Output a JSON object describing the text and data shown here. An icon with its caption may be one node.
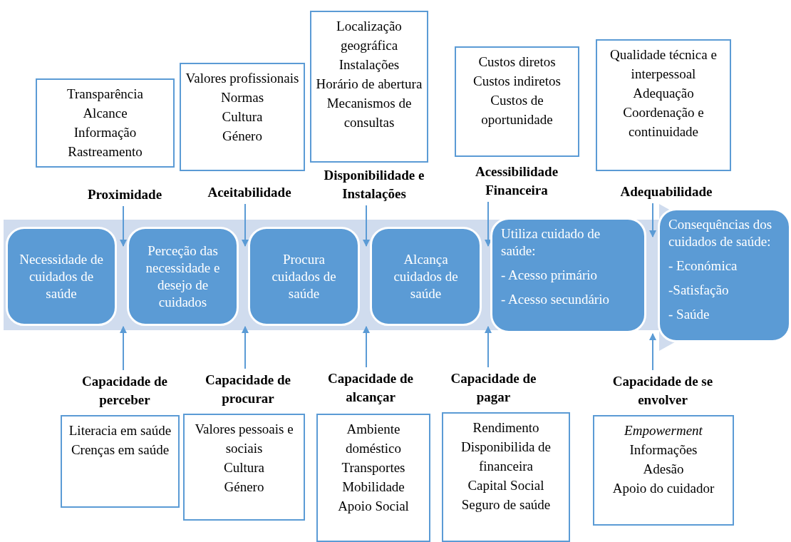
{
  "diagram": {
    "nodes": [
      {
        "text": [
          "Transparência",
          "Alcance",
          "Informação",
          "Rastreamento"
        ]
      },
      {
        "text": [
          "Valores profissionais",
          "Normas",
          "Cultura",
          "Género"
        ]
      },
      {
        "text": [
          "Localização geográfica",
          "Instalações",
          "Horário de abertura",
          "Mecanismos de consultas"
        ]
      },
      {
        "text": [
          "Custos diretos",
          "Custos indiretos",
          "Custos de oportunidade"
        ]
      },
      {
        "text": [
          "Qualidade técnica e interpessoal",
          "Adequação",
          "Coordenação e continuidade"
        ]
      },
      {
        "text": [
          "Proximidade"
        ]
      },
      {
        "text": [
          "Aceitabilidade"
        ]
      },
      {
        "text": [
          "Disponibilidade e Instalações"
        ]
      },
      {
        "text": [
          "Acessibilidade Financeira"
        ]
      },
      {
        "text": [
          "Adequabilidade"
        ]
      },
      {
        "text": [],
        "shape": "arrow"
      },
      {
        "text": [
          "Necessidade de cuidados de saúde"
        ],
        "in": 10
      },
      {
        "text": [
          "Perceção das necessidade e desejo de cuidados"
        ],
        "in": 10
      },
      {
        "text": [
          "Procura cuidados de saúde"
        ],
        "in": 10
      },
      {
        "text": [
          "Alcança cuidados de saúde"
        ],
        "in": 10
      },
      {
        "text": [
          "Utiliza cuidado de saúde:",
          "- Acesso primário",
          "- Acesso secundário"
        ],
        "in": 10
      },
      {
        "text": [
          "Consequências dos cuidados de saúde:",
          "- Económica",
          "-Satisfação",
          "- Saúde"
        ],
        "in": 10
      },
      {
        "text": [
          "Capacidade de perceber"
        ]
      },
      {
        "text": [
          "Capacidade de procurar"
        ]
      },
      {
        "text": [
          "Capacidade de alcançar"
        ]
      },
      {
        "text": [
          "Capacidade de pagar"
        ]
      },
      {
        "text": [
          "Capacidade de se envolver"
        ]
      },
      {
        "text": [
          "Literacia em saúde",
          "Crenças em saúde"
        ]
      },
      {
        "text": [
          "Valores pessoais e sociais",
          "Cultura",
          "Género"
        ]
      },
      {
        "text": [
          "Ambiente doméstico",
          "Transportes",
          "Mobilidade",
          "Apoio Social"
        ]
      },
      {
        "text": [
          "Rendimento",
          "Disponibilida de financeira",
          "Capital Social",
          "Seguro de saúde"
        ]
      },
      {
        "text": [
          "*Empowerment*",
          "Informações",
          "Adesão",
          "Apoio do cuidador"
        ]
      }
    ],
    "edges": [
      {
        "from": 5,
        "to": 11,
        "arrow": "to"
      },
      {
        "from": 6,
        "to": 12,
        "arrow": "to"
      },
      {
        "from": 7,
        "to": 13,
        "arrow": "to"
      },
      {
        "from": 8,
        "to": 14,
        "arrow": "to"
      },
      {
        "from": 9,
        "to": 15,
        "arrow": "to"
      },
      {
        "from": 17,
        "to": 11,
        "arrow": "to"
      },
      {
        "from": 18,
        "to": 12,
        "arrow": "to"
      },
      {
        "from": 19,
        "to": 13,
        "arrow": "to"
      },
      {
        "from": 20,
        "to": 14,
        "arrow": "to"
      },
      {
        "from": 21,
        "to": 15,
        "arrow": "to"
      }
    ]
  }
}
